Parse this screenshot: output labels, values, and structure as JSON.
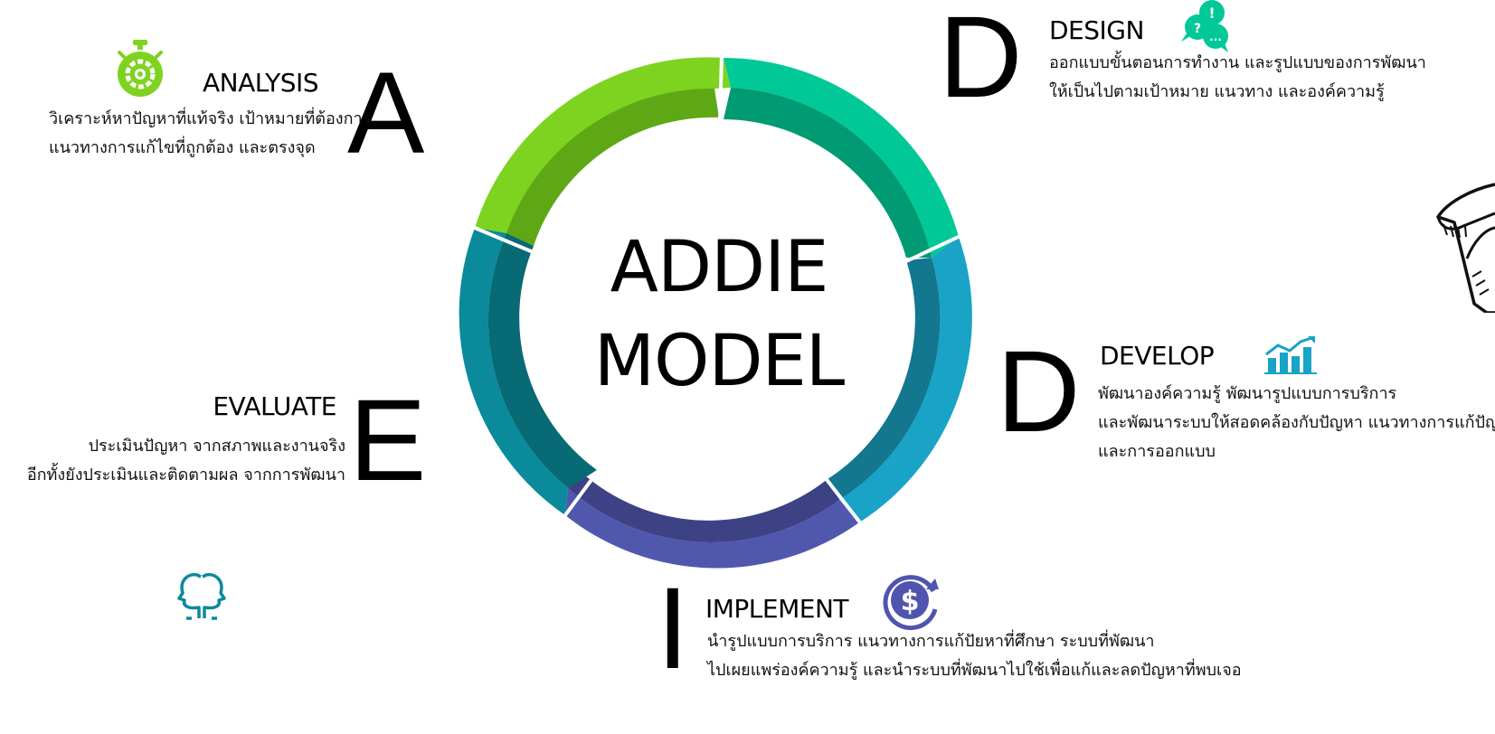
{
  "model": {
    "title_line1": "ADDIE",
    "title_line2": "MODEL"
  },
  "phases": {
    "analysis": {
      "letter": "A",
      "title": "ANALYSIS",
      "desc_line1": "วิเคราะห์หาปัญหาที่แท้จริง เป้าหมายที่ต้องการ",
      "desc_line2": "แนวทางการแก้ไขที่ถูกต้อง และตรงจุด",
      "icon": "stopwatch-gear-icon",
      "color": "#7ED321"
    },
    "design": {
      "letter": "D",
      "title": "DESIGN",
      "desc_line1": "ออกแบบขั้นตอนการทำงาน และรูปแบบของการพัฒนา",
      "desc_line2": "ให้เป็นไปตามเป้าหมาย แนวทาง และองค์ความรู้",
      "icon": "chat-bubbles-icon",
      "color": "#00C896"
    },
    "develop": {
      "letter": "D",
      "title": "DEVELOP",
      "desc_line1": "พัฒนาองค์ความรู้ พัฒนารูปแบบการบริการ",
      "desc_line2": "และพัฒนาระบบให้สอดคล้องกับปัญหา แนวทางการแก้ปัญหา",
      "desc_line3": "และการออกแบบ",
      "icon": "bar-chart-growth-icon",
      "color": "#18A3C7"
    },
    "implement": {
      "letter": "I",
      "title": "IMPLEMENT",
      "desc_line1": "นำรูปแบบการบริการ แนวทางการแก้ปัยหาที่ศึกษา ระบบที่พัฒนา",
      "desc_line2": "ไปเผยแพร่องค์ความรู้ และนำระบบที่พัฒนาไปใช้เพื่อแก้และลดปัญหาที่พบเจอ",
      "icon": "dollar-refresh-icon",
      "color": "#4F55AE"
    },
    "evaluate": {
      "letter": "E",
      "title": "EVALUATE",
      "desc_line1": "ประเมินปัญหา จากสภาพและงานจริง",
      "desc_line2": "อีกทั้งยังประเมินและติดตามผล จากการพัฒนา",
      "icon": "two-heads-icon",
      "color": "#0B8A9A"
    }
  },
  "decor": {
    "right_edge_icon": "hand-sketch-icon"
  }
}
